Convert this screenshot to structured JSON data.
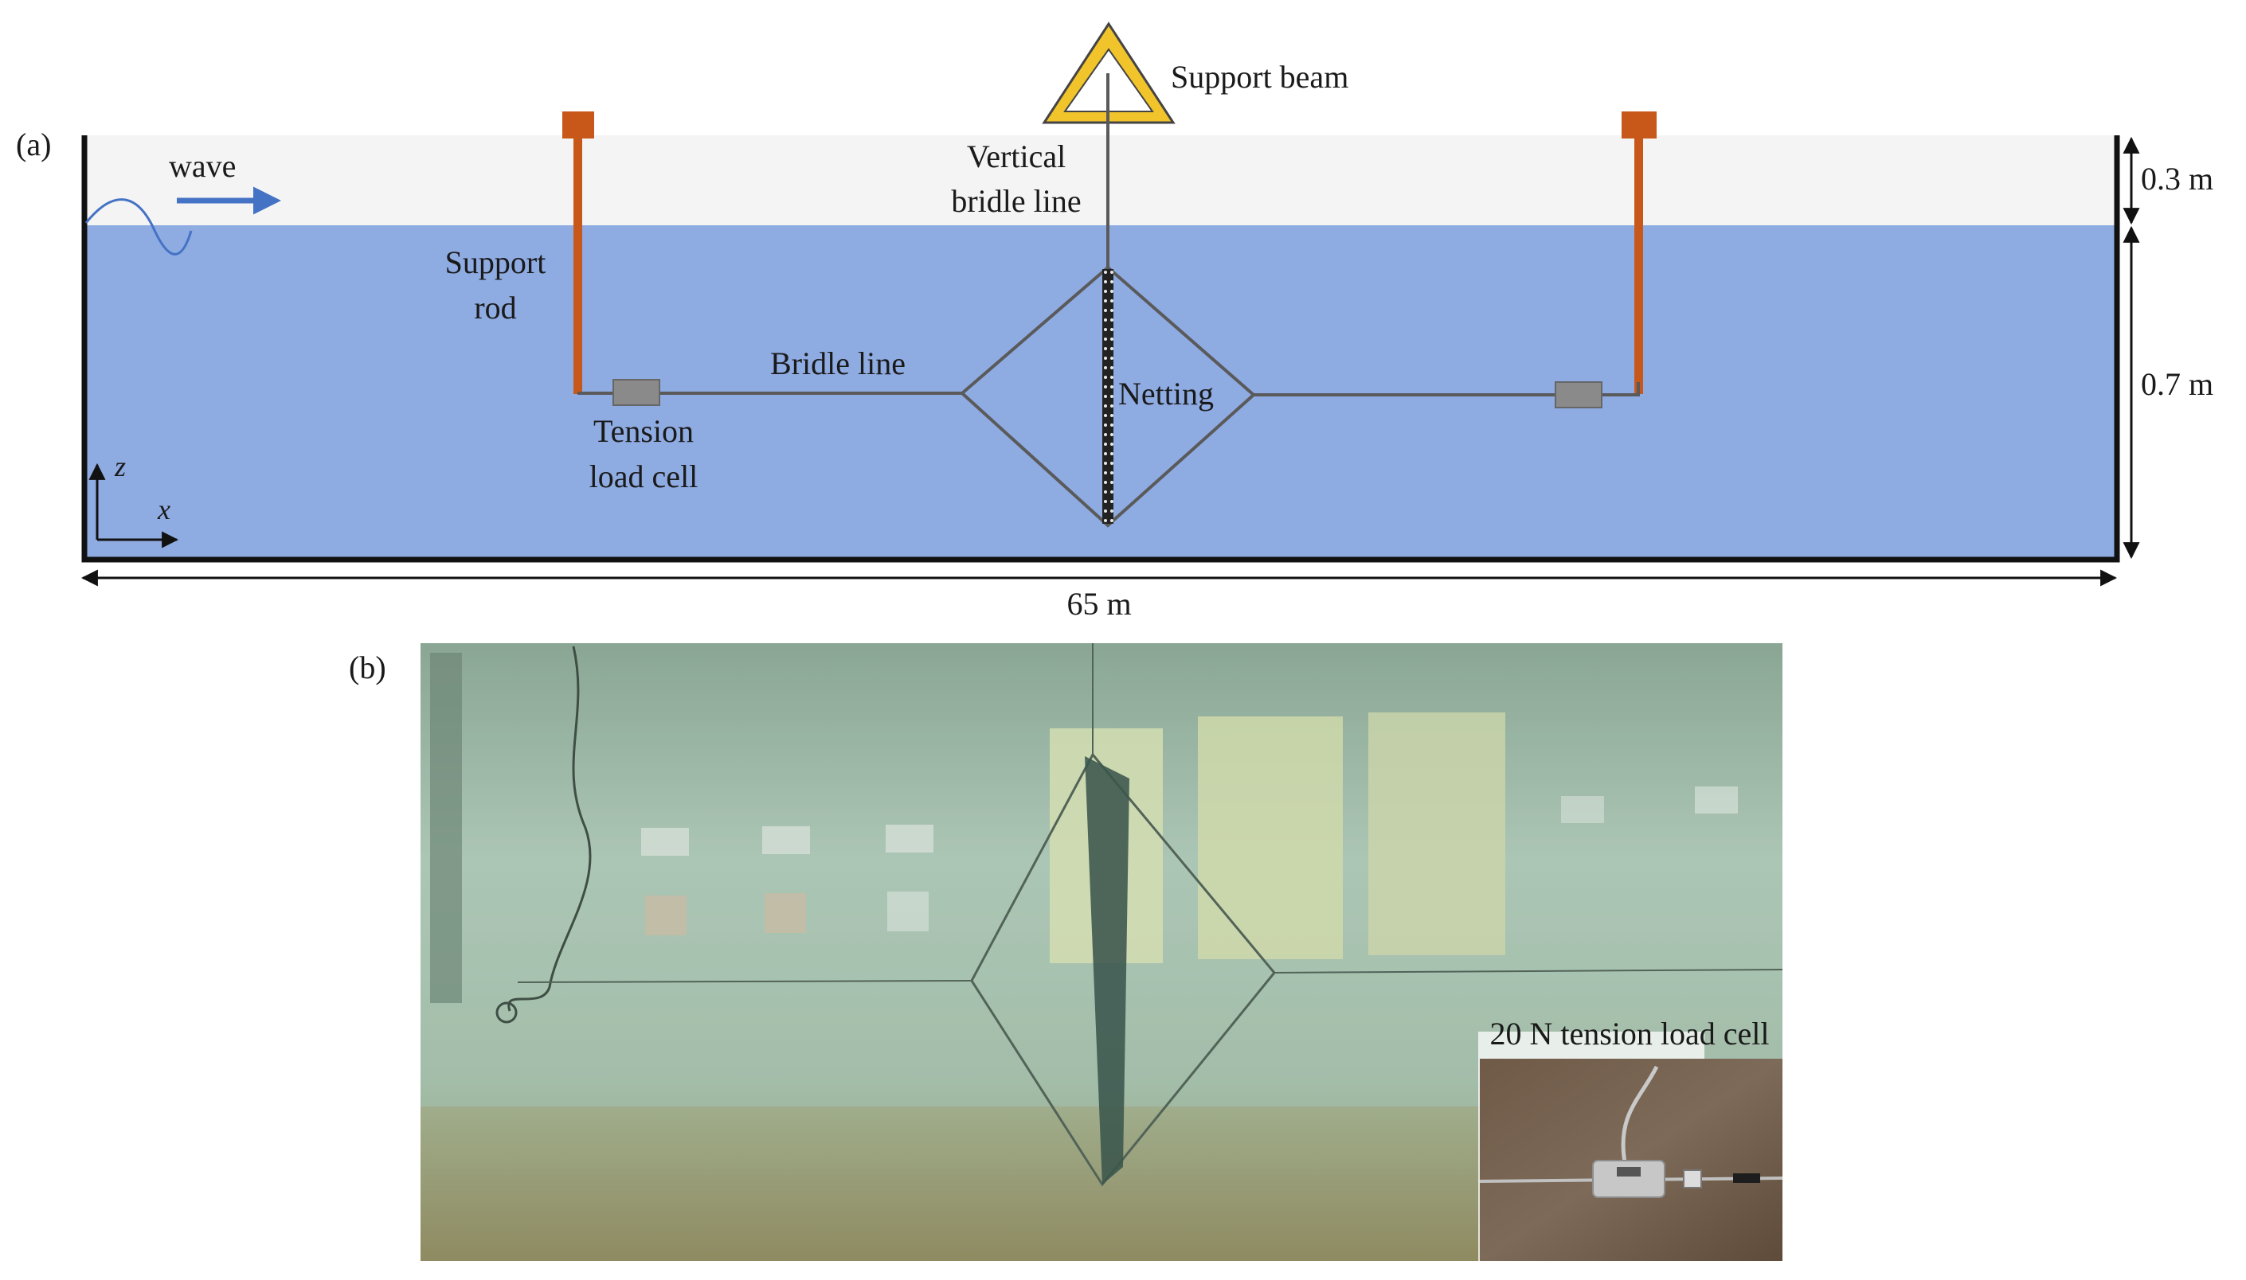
{
  "panel_a": {
    "label": "(a)",
    "wave_label": "wave",
    "support_beam_label": "Support beam",
    "vertical_bridle_line_1": "Vertical",
    "vertical_bridle_line_2": "bridle line",
    "support_rod_line_1": "Support",
    "support_rod_line_2": "rod",
    "bridle_line_label": "Bridle line",
    "netting_label": "Netting",
    "tension_load_cell_line_1": "Tension",
    "tension_load_cell_line_2": "load cell",
    "axis_z": "z",
    "axis_x": "x",
    "dim_air_gap": "0.3 m",
    "dim_water_depth": "0.7 m",
    "dim_length": "65 m"
  },
  "panel_b": {
    "label": "(b)",
    "inset_caption": "20 N tension load cell"
  },
  "colors": {
    "water": "#8eabe2",
    "air": "#f4f4f4",
    "support_rod": "#c8581a",
    "load_cell": "#8a8a8a",
    "bridle": "#5a5a5a",
    "beam_yellow": "#f2c42c",
    "wave_arrow": "#4472c4",
    "tank_outline": "#111111"
  }
}
